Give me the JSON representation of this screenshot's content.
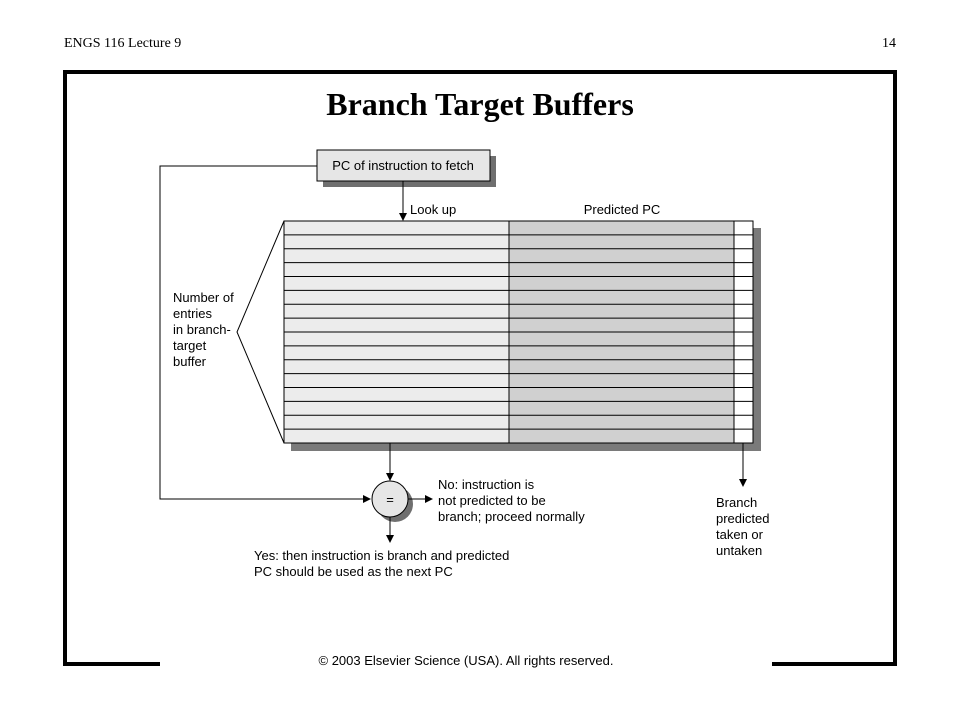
{
  "header": {
    "course": "ENGS 116  Lecture 9",
    "page_number": "14"
  },
  "slide": {
    "title": "Branch Target Buffers",
    "copyright": "© 2003 Elsevier Science (USA). All rights reserved."
  },
  "diagram": {
    "pc_box_label": "PC of instruction to fetch",
    "lookup_label": "Look up",
    "predicted_pc_label": "Predicted PC",
    "entries_label": [
      "Number of",
      "entries",
      "in branch-",
      "target",
      "buffer"
    ],
    "compare_symbol": "=",
    "no_label": [
      "No:  instruction is",
      "not predicted to be",
      "branch; proceed normally"
    ],
    "yes_label": [
      "Yes:  then instruction is branch and predicted",
      "PC should be used as the next PC"
    ],
    "branch_label": [
      "Branch",
      "predicted",
      "taken or",
      "untaken"
    ],
    "buffer_rows": 16,
    "colors": {
      "tag_column": "#ececec",
      "pc_column": "#d0d0d0",
      "shadow": "#7a7a7a",
      "pc_box": "#e6e6e6"
    }
  }
}
